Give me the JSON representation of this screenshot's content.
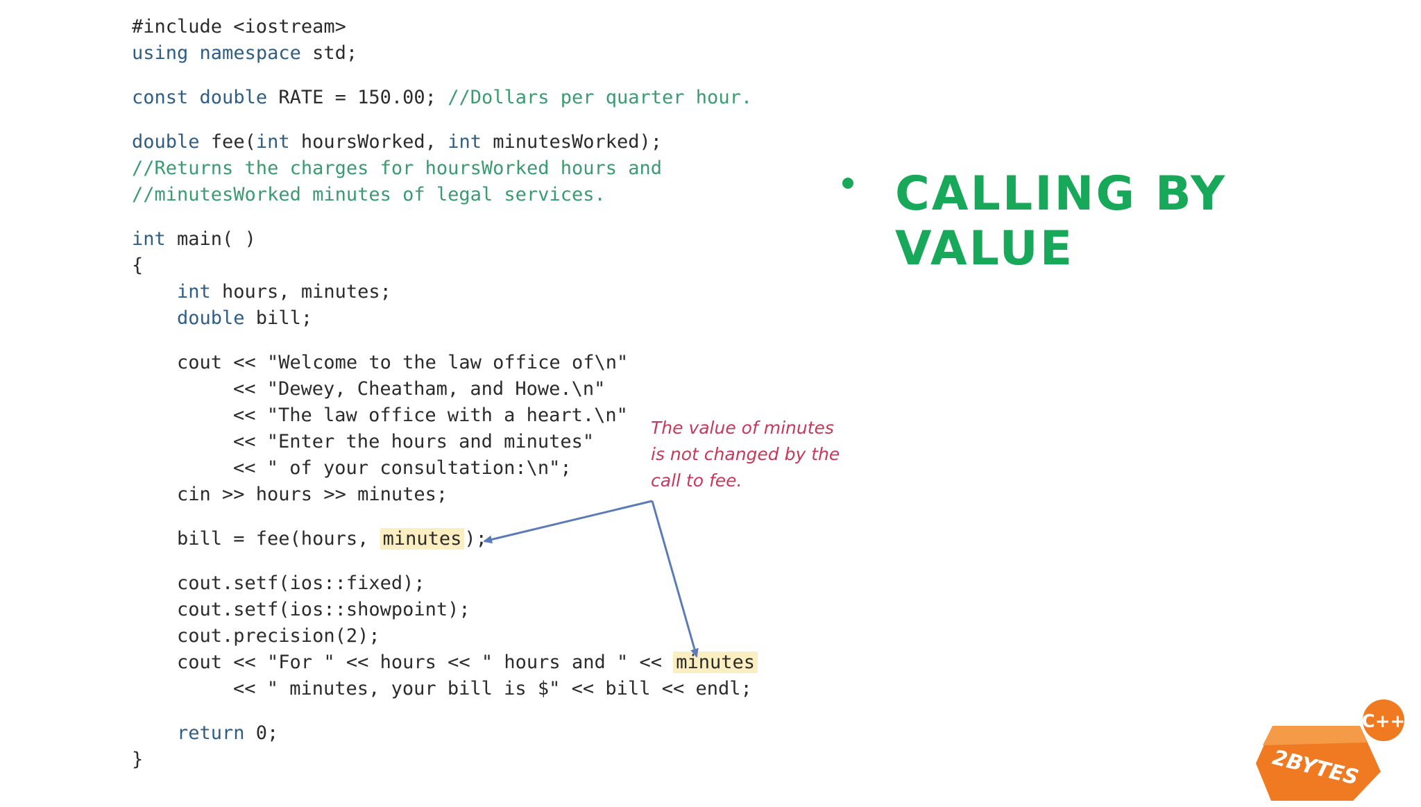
{
  "code": {
    "l1": "#include <iostream>",
    "l2_kw1": "using",
    "l2_kw2": "namespace",
    "l2_rest": " std;",
    "l3_kw1": "const",
    "l3_kw2": "double",
    "l3_rest": " RATE = 150.00; ",
    "l3_cm": "//Dollars per quarter hour.",
    "l4_kw": "double",
    "l4_a": " fee(",
    "l4_kw2": "int",
    "l4_b": " hoursWorked, ",
    "l4_kw3": "int",
    "l4_c": " minutesWorked);",
    "l5": "//Returns the charges for hoursWorked hours and",
    "l6": "//minutesWorked minutes of legal services.",
    "l7_kw": "int",
    "l7_rest": " main( )",
    "l8": "{",
    "l9_kw": "int",
    "l9_rest": " hours, minutes;",
    "l10_kw": "double",
    "l10_rest": " bill;",
    "l11": "cout << \"Welcome to the law office of\\n\"",
    "l12": "<< \"Dewey, Cheatham, and Howe.\\n\"",
    "l13": "<< \"The law office with a heart.\\n\"",
    "l14": "<< \"Enter the hours and minutes\"",
    "l15": "<< \" of your consultation:\\n\";",
    "l16": "cin >> hours >> minutes;",
    "l17_a": "bill = fee(hours, ",
    "l17_hl": "minutes",
    "l17_b": ");",
    "l18": "cout.setf(ios::fixed);",
    "l19": "cout.setf(ios::showpoint);",
    "l20": "cout.precision(2);",
    "l21_a": "cout << \"For \" << hours << \" hours and \" << ",
    "l21_hl": "minutes",
    "l22": "<< \" minutes, your bill is $\" << bill << endl;",
    "l23_kw": "return",
    "l23_rest": " 0;",
    "l24": "}"
  },
  "annotation": {
    "line1": "The value of minutes",
    "line2": "is not changed by the",
    "line3": "call to fee."
  },
  "heading": {
    "title": "CALLING BY VALUE"
  },
  "logo": {
    "text": "2BYTES",
    "badge": "C++"
  },
  "colors": {
    "heading": "#18a85a",
    "keyword": "#2e5e86",
    "comment": "#3a9b72",
    "annotation": "#c8385a",
    "highlight": "#fbeec0",
    "arrow": "#5a7bb8",
    "logo": "#f07a22"
  }
}
